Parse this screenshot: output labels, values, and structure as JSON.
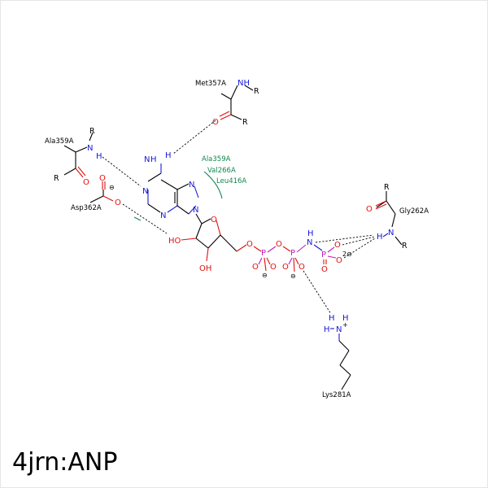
{
  "title": "4jrn:ANP",
  "residues": {
    "met357": "Met357A",
    "ala359_left": "Ala359A",
    "asp362": "Asp362A",
    "gly262": "Gly262A",
    "lys281": "Lys281A"
  },
  "hydrophobic_residues": [
    "Ala359A",
    "Val266A",
    "Leu416A"
  ],
  "atoms": {
    "nh2_top": "NH",
    "r": "R",
    "o": "O",
    "n": "N",
    "h": "H",
    "p": "P",
    "oh": "OH",
    "ho": "HO",
    "charge_2minus": "2⊖",
    "minus": "⊖",
    "plus": "+"
  },
  "colors": {
    "nitrogen": "#1a1ad8",
    "oxygen": "#e01010",
    "phosphorus": "#c01cc0",
    "hydrophobic": "#11884d"
  }
}
